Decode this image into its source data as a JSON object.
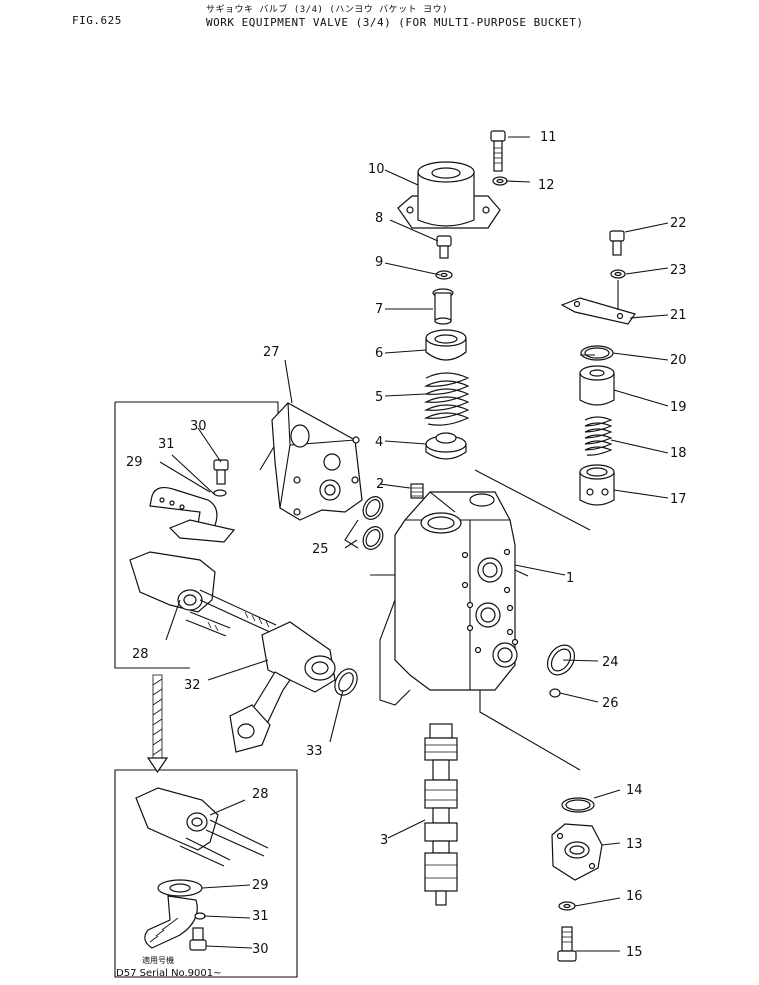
{
  "header": {
    "fig_no": "FIG.625",
    "title_jp": "サギョウキ バルブ (3/4) (ハンヨウ バケット ヨウ)",
    "title_en": "WORK EQUIPMENT VALVE (3/4) (FOR MULTI-PURPOSE BUCKET)"
  },
  "footer": {
    "serial_jp": "適用号機",
    "serial": "D57 Serial No.9001~"
  },
  "callouts": {
    "c1": "1",
    "c2": "2",
    "c3": "3",
    "c4": "4",
    "c5": "5",
    "c6": "6",
    "c7": "7",
    "c8": "8",
    "c9": "9",
    "c10": "10",
    "c11": "11",
    "c12": "12",
    "c13": "13",
    "c14": "14",
    "c15": "15",
    "c16": "16",
    "c17": "17",
    "c18": "18",
    "c19": "19",
    "c20": "20",
    "c21": "21",
    "c22": "22",
    "c23": "23",
    "c24": "24",
    "c25": "25",
    "c26": "26",
    "c27": "27",
    "c28a": "28",
    "c28b": "28",
    "c29a": "29",
    "c29b": "29",
    "c30a": "30",
    "c30b": "30",
    "c31a": "31",
    "c31b": "31",
    "c32": "32",
    "c33": "33"
  }
}
